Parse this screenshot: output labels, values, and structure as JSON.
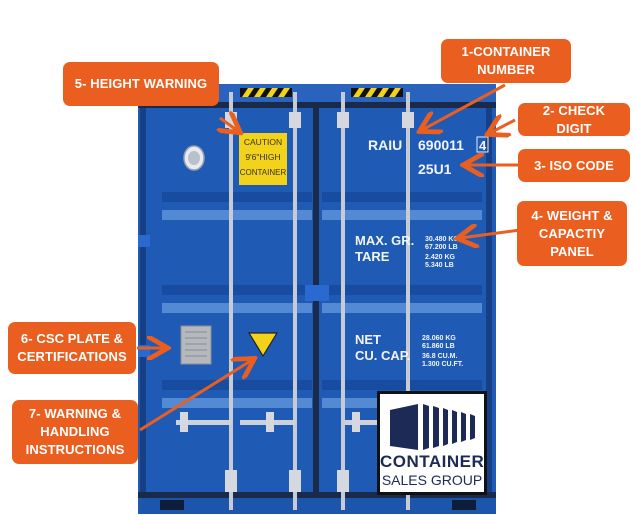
{
  "image": {
    "subject": "Shipping container doors annotated with markings",
    "colors": {
      "callout_bg": "#ea5f1f",
      "callout_text": "#ffffff",
      "container_blue": "#1f5bb5",
      "caution_yellow": "#f2d21b",
      "logo_navy": "#1c2a55"
    }
  },
  "container": {
    "owner_code": "RAIU",
    "serial_number": "690011",
    "check_digit": "4",
    "iso_code": "25U1",
    "caution_label": [
      "CAUTION",
      "9'6\"HIGH",
      "CONTAINER"
    ],
    "weights": {
      "max_gr_label": "MAX. GR.",
      "max_gr_values": [
        "30.480 KG",
        "67.200 LB"
      ],
      "tare_label": "TARE",
      "tare_values": [
        "2.420 KG",
        "5.340 LB"
      ],
      "net_label": "NET",
      "net_values": [
        "28.060 KG",
        "61.860 LB"
      ],
      "cu_cap_label": "CU. CAP.",
      "cu_cap_values": [
        "36.8 CU.M.",
        "1.300 CU.FT."
      ]
    }
  },
  "callouts": [
    {
      "id": 1,
      "label": "1-CONTAINER\nNUMBER"
    },
    {
      "id": 2,
      "label": "2- CHECK DIGIT"
    },
    {
      "id": 3,
      "label": "3- ISO CODE"
    },
    {
      "id": 4,
      "label": "4- WEIGHT &\nCAPACTIY\nPANEL"
    },
    {
      "id": 5,
      "label": "5- HEIGHT WARNING"
    },
    {
      "id": 6,
      "label": "6- CSC PLATE &\nCERTIFICATIONS"
    },
    {
      "id": 7,
      "label": "7- WARNING &\nHANDLING\nINSTRUCTIONS"
    }
  ],
  "logo": {
    "line1": "CONTAINER",
    "line2": "SALES GROUP"
  }
}
